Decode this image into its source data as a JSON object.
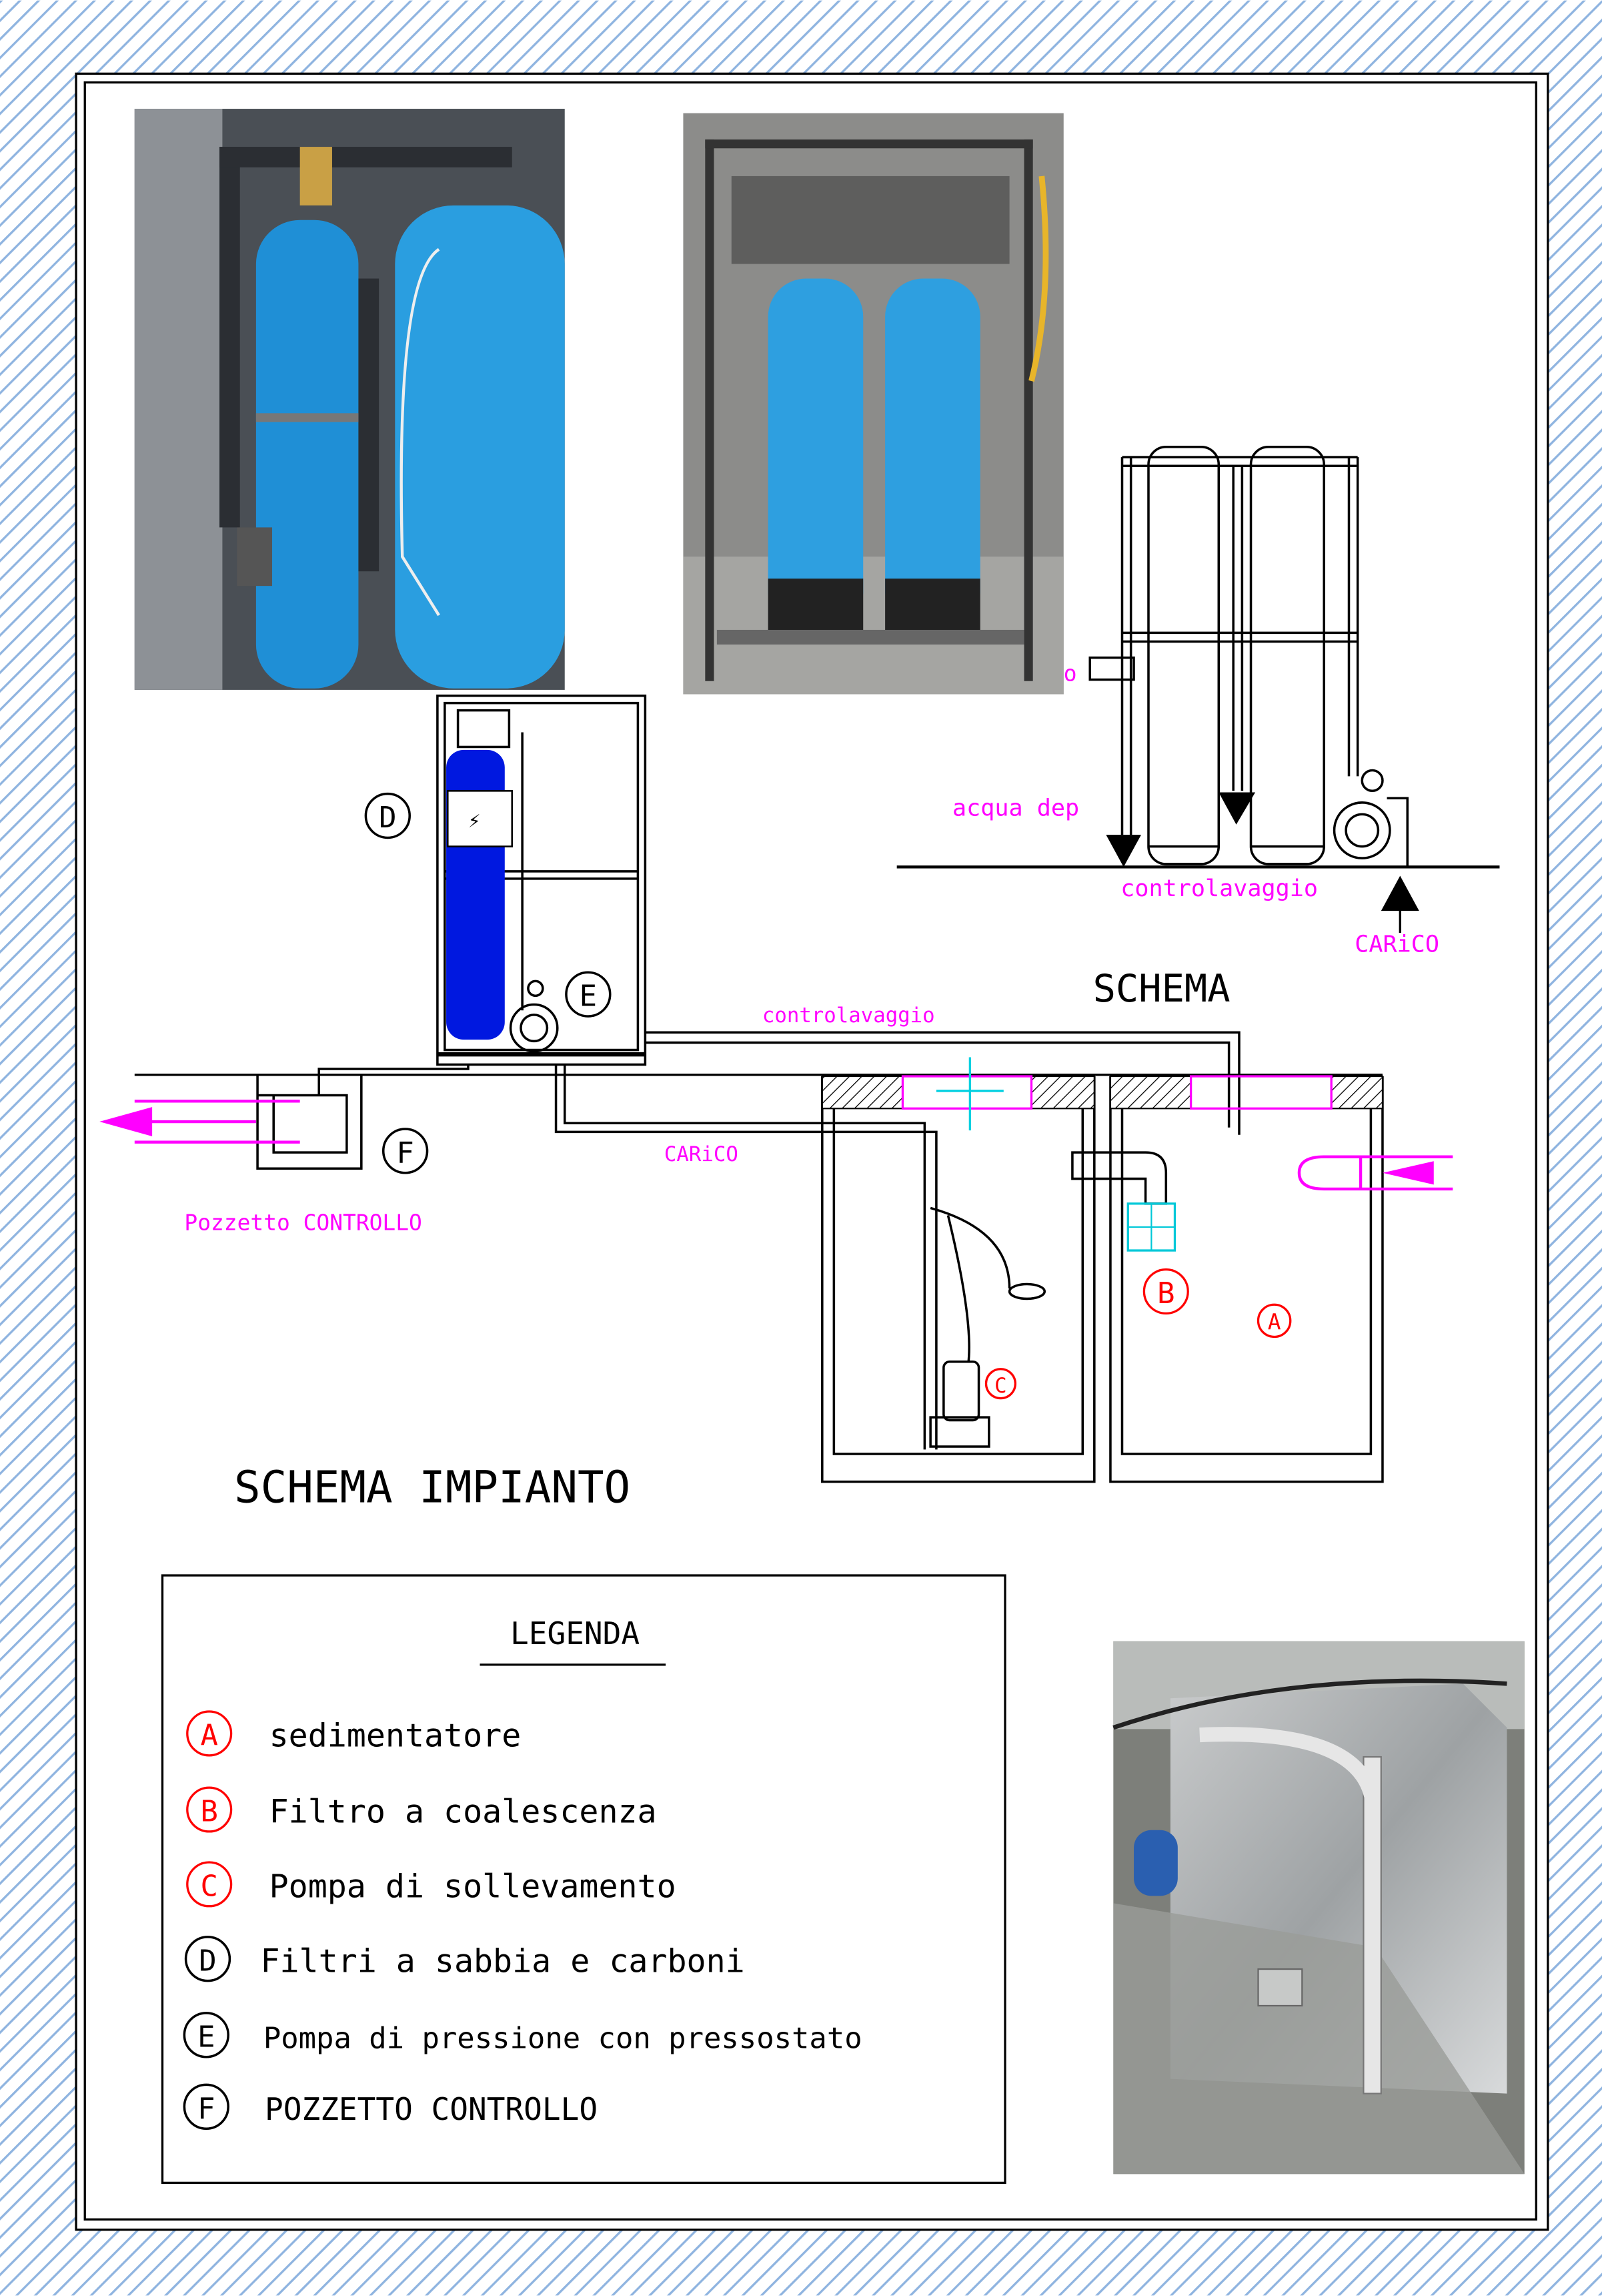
{
  "colors": {
    "annotation": "#ff00ff",
    "legend_marker": "#ff0000",
    "hatch": "#8fb4e0",
    "filter_tank": "#0018e0"
  },
  "filter_schema": {
    "title": "SCHEMA",
    "label_partial": "o",
    "label_treated_water": "acqua dep",
    "label_backwash": "controlavaggio",
    "label_inlet": "CARiCO"
  },
  "plant_schema": {
    "title": "SCHEMA IMPIANTO",
    "label_backwash": "controlavaggio",
    "label_inlet": "CARiCO",
    "label_control_well": "Pozzetto CONTROLLO",
    "markers": {
      "A": "A",
      "B": "B",
      "C": "C",
      "D": "D",
      "E": "E",
      "F": "F"
    }
  },
  "legend": {
    "title": "LEGENDA",
    "items": [
      {
        "marker": "A",
        "label": "sedimentatore",
        "color": "#ff0000"
      },
      {
        "marker": "B",
        "label": "Filtro a coalescenza",
        "color": "#ff0000"
      },
      {
        "marker": "C",
        "label": "Pompa di sollevamento",
        "color": "#ff0000"
      },
      {
        "marker": "D",
        "label": "Filtri a sabbia e carboni",
        "color": "#000000"
      },
      {
        "marker": "E",
        "label": "Pompa di pressione con pressostato",
        "color": "#000000"
      },
      {
        "marker": "F",
        "label": "POZZETTO CONTROLLO",
        "color": "#000000"
      }
    ]
  }
}
